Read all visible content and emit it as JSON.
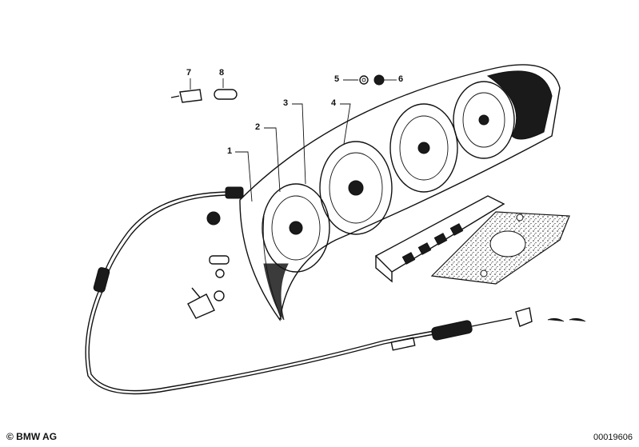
{
  "callouts": [
    "1",
    "2",
    "3",
    "4",
    "5",
    "6",
    "7",
    "8"
  ],
  "footer": {
    "copyright": "© BMW AG",
    "diagram_number": "00019606"
  },
  "colors": {
    "ink": "#111111",
    "background": "#ffffff"
  }
}
